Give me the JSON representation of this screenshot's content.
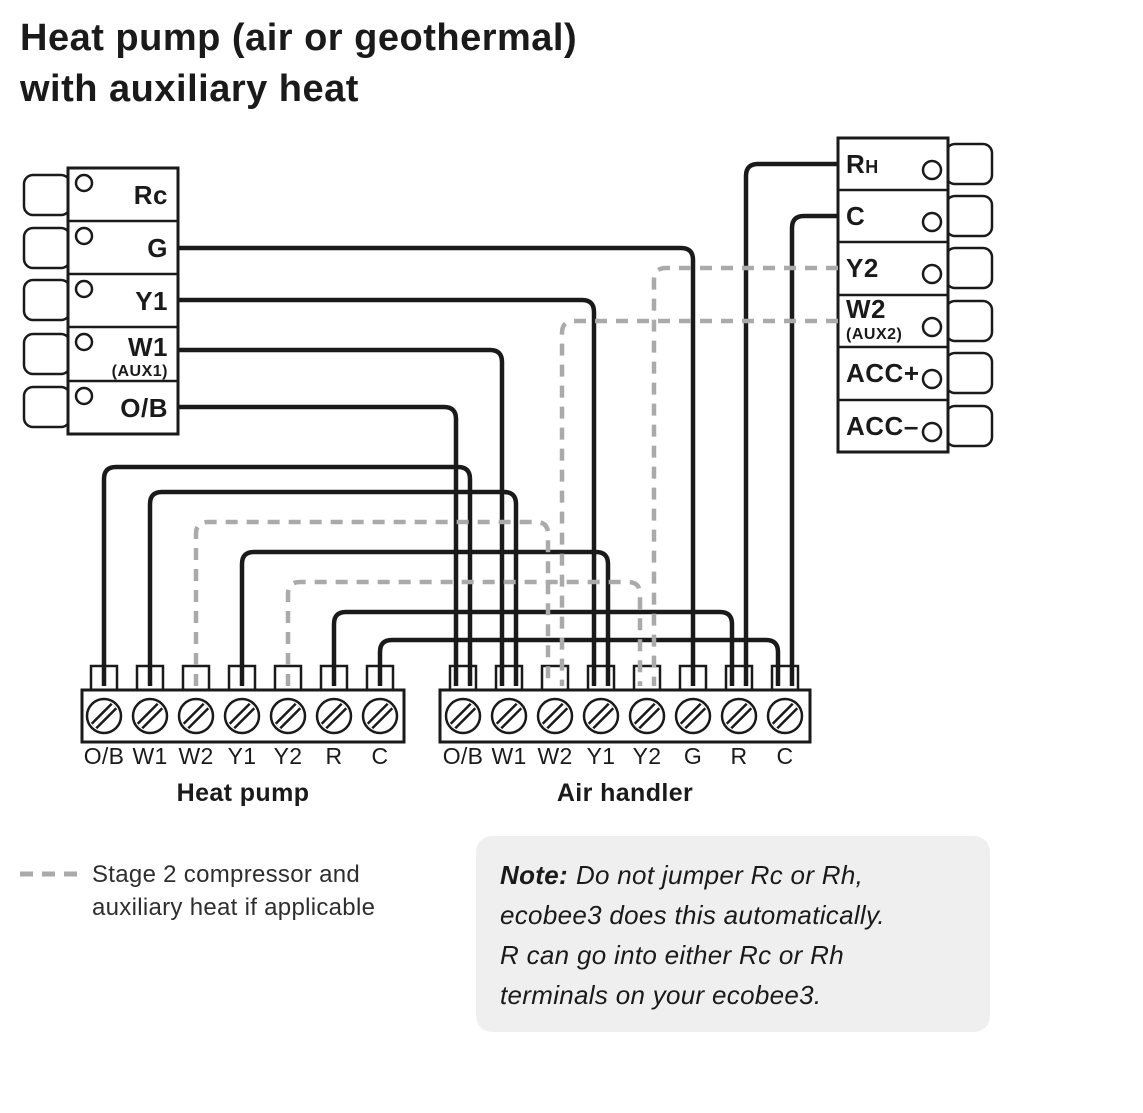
{
  "title": {
    "line1": "Heat pump (air or geothermal)",
    "line2": "with auxiliary heat"
  },
  "colors": {
    "wire": "#1a1a1a",
    "dashed_wire": "#aaaaaa",
    "note_background": "#efefef"
  },
  "thermostat_left": {
    "terminals": [
      {
        "label": "Rc"
      },
      {
        "label": "G"
      },
      {
        "label": "Y1"
      },
      {
        "label": "W1",
        "sublabel": "(AUX1)"
      },
      {
        "label": "O/B"
      }
    ]
  },
  "thermostat_right": {
    "terminals": [
      {
        "label": "Rh"
      },
      {
        "label": "C"
      },
      {
        "label": "Y2"
      },
      {
        "label": "W2",
        "sublabel": "(AUX2)"
      },
      {
        "label": "ACC+"
      },
      {
        "label": "ACC–"
      }
    ]
  },
  "heat_pump": {
    "name": "Heat pump",
    "terminals": [
      "O/B",
      "W1",
      "W2",
      "Y1",
      "Y2",
      "R",
      "C"
    ]
  },
  "air_handler": {
    "name": "Air handler",
    "terminals": [
      "O/B",
      "W1",
      "W2",
      "Y1",
      "Y2",
      "G",
      "R",
      "C"
    ]
  },
  "legend": {
    "label_line1": "Stage 2 compressor and",
    "label_line2": "auxiliary heat if applicable"
  },
  "note": {
    "prefix": "Note:",
    "line1": "Do not jumper Rc or Rh,",
    "line2": "ecobee3 does this automatically.",
    "line3": "R can go into either Rc or Rh",
    "line4": "terminals on your ecobee3."
  }
}
